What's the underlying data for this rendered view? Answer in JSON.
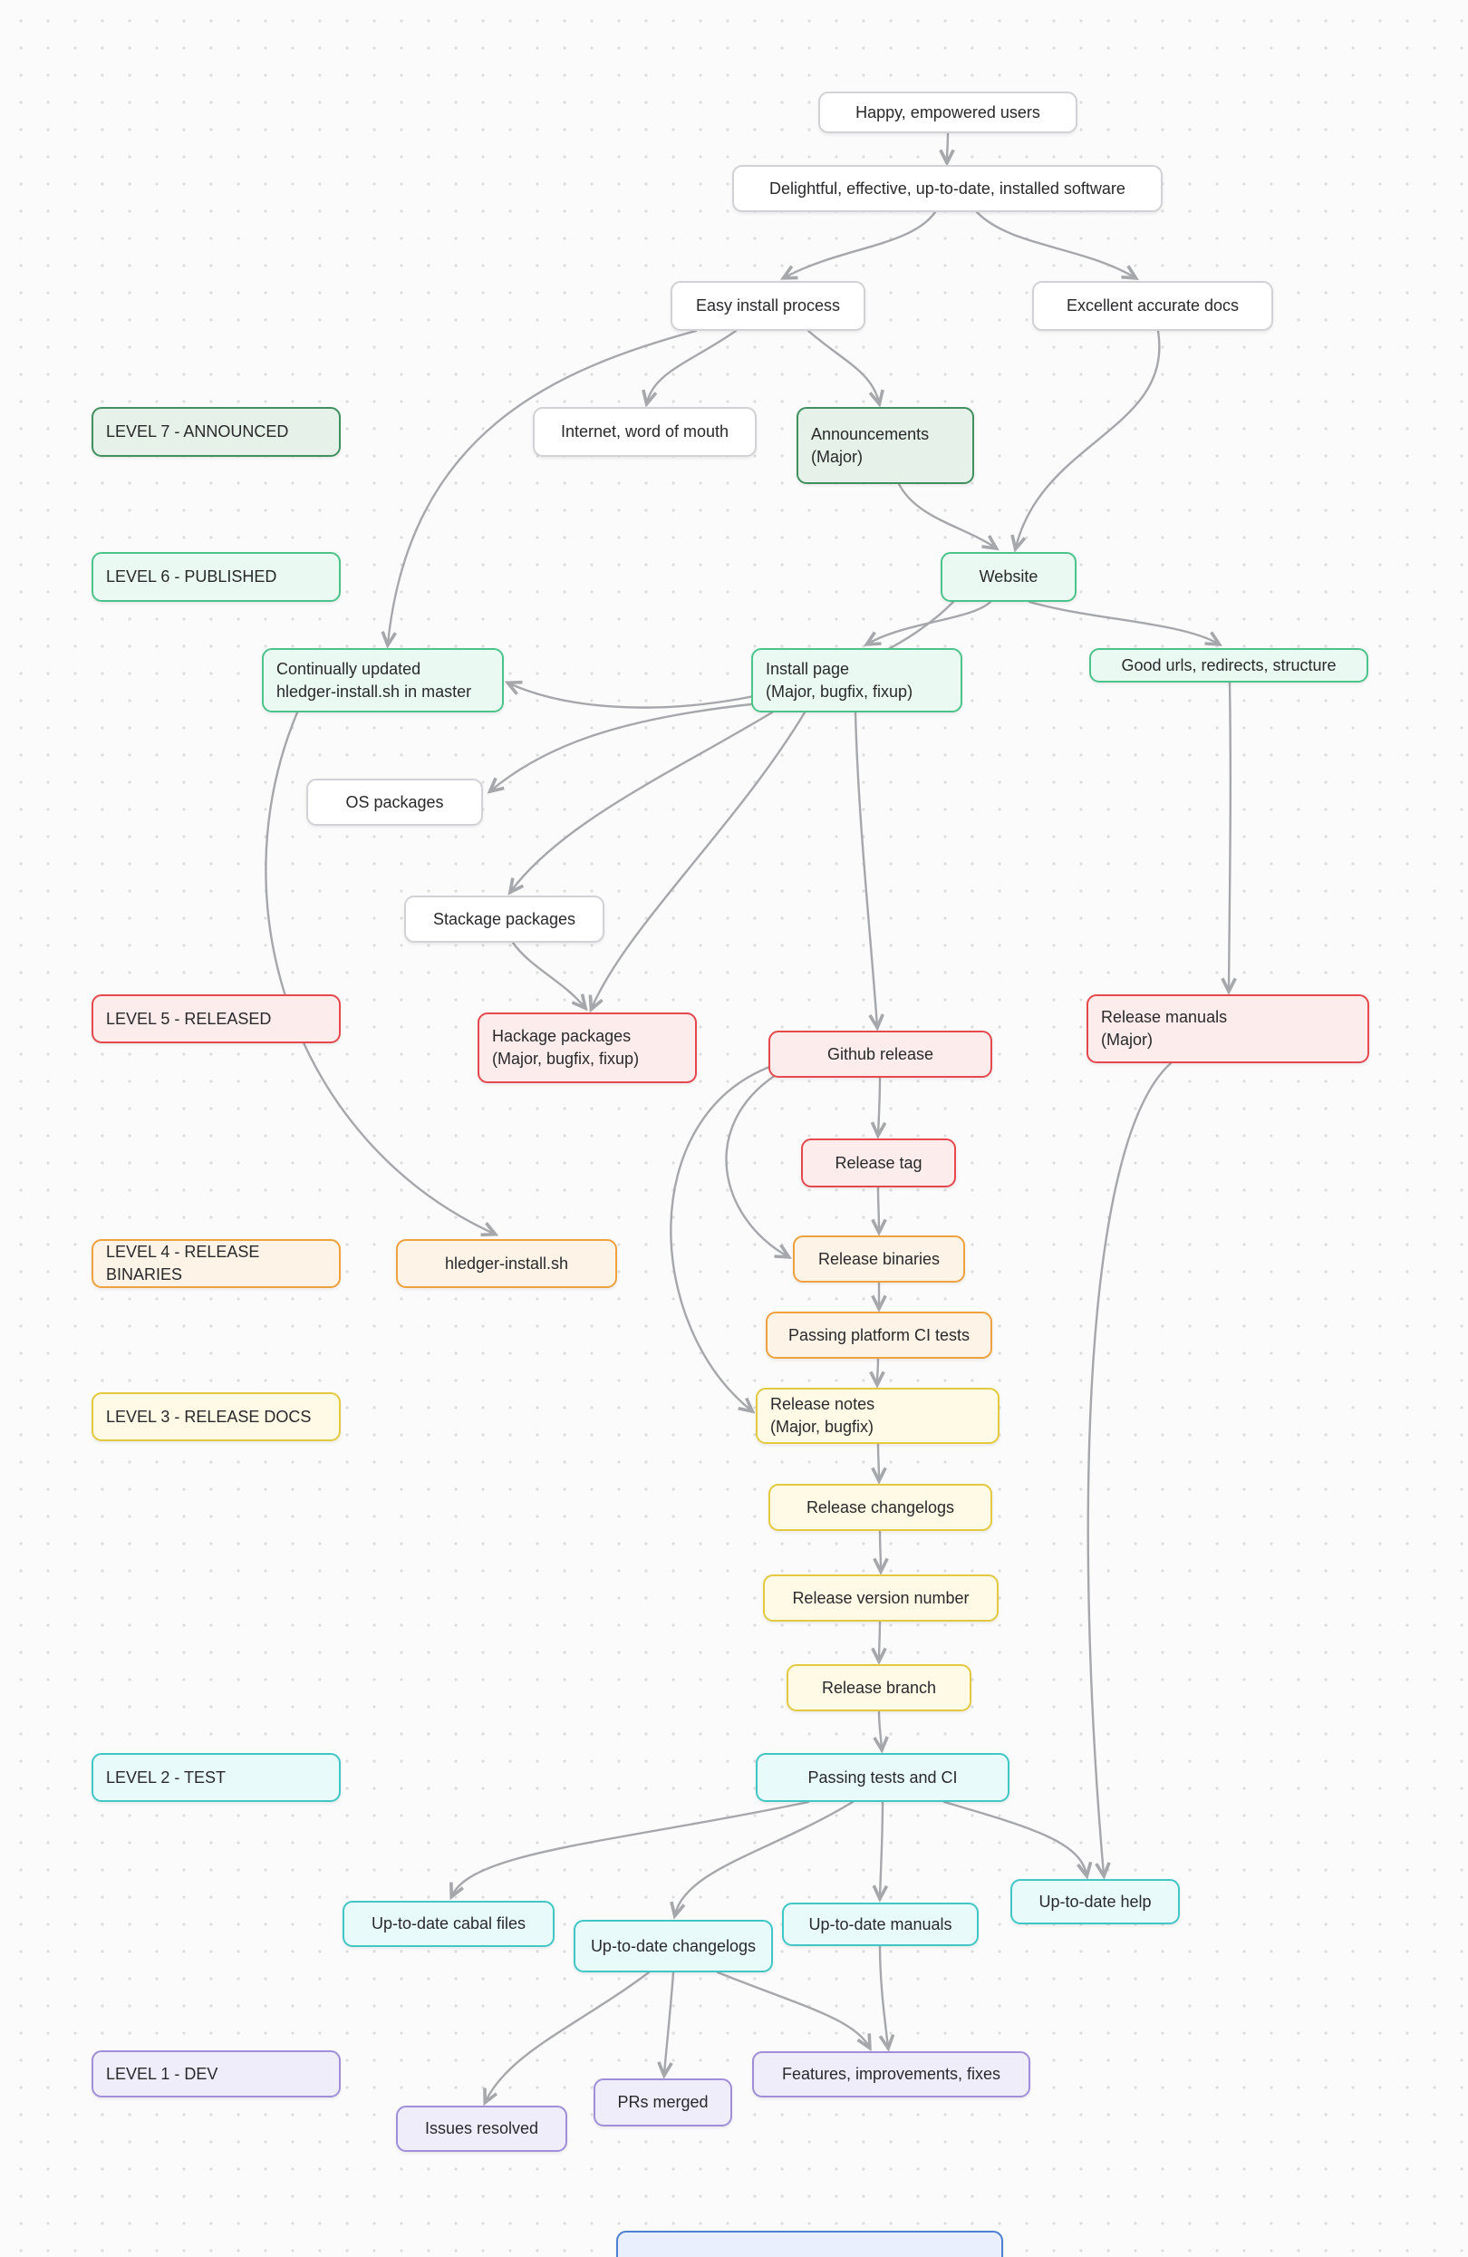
{
  "canvas": {
    "background": "#fbfbfb",
    "dot_color": "#dcdcdc"
  },
  "palette": {
    "white_border": "#d2d2d6",
    "green_border": "#3f8f5f",
    "green_fill": "#e5f1e9",
    "mint_border": "#4cc38a",
    "mint_fill": "#eafaf2",
    "red_border": "#e5484d",
    "red_fill": "#fdecec",
    "orange_border": "#efa13e",
    "orange_fill": "#fdf3e6",
    "yellow_border": "#e3c93f",
    "yellow_fill": "#fefae5",
    "cyan_border": "#41c6c6",
    "cyan_fill": "#e8fafa",
    "purple_border": "#a08fd8",
    "purple_fill": "#f0edfa",
    "blue_border": "#4e7fd0",
    "blue_fill": "#e9effc",
    "arrow": "#a6a7ab",
    "text": "#29292c"
  },
  "levels": {
    "level7": {
      "label": "LEVEL 7 - ANNOUNCED",
      "color": "green"
    },
    "level6": {
      "label": "LEVEL 6 - PUBLISHED",
      "color": "mint"
    },
    "level5": {
      "label": "LEVEL 5 - RELEASED",
      "color": "red"
    },
    "level4": {
      "label": "LEVEL 4 - RELEASE BINARIES",
      "color": "orange"
    },
    "level3": {
      "label": "LEVEL 3 - RELEASE DOCS",
      "color": "yellow"
    },
    "level2": {
      "label": "LEVEL 2 - TEST",
      "color": "cyan"
    },
    "level1": {
      "label": "LEVEL 1 - DEV",
      "color": "purple"
    }
  },
  "nodes": {
    "happy_users": {
      "label": "Happy, empowered users",
      "color": "white"
    },
    "delightful_software": {
      "label": "Delightful, effective, up-to-date, installed software",
      "color": "white"
    },
    "easy_install": {
      "label": "Easy install process",
      "color": "white"
    },
    "excellent_docs": {
      "label": "Excellent accurate docs",
      "color": "white"
    },
    "internet_wom": {
      "label": "Internet, word of mouth",
      "color": "white"
    },
    "announcements": {
      "label": "Announcements\n(Major)",
      "color": "green"
    },
    "website": {
      "label": "Website",
      "color": "mint"
    },
    "continually_updated": {
      "label": "Continually updated\nhledger-install.sh in master",
      "color": "mint"
    },
    "install_page": {
      "label": "Install page\n(Major, bugfix, fixup)",
      "color": "mint"
    },
    "good_urls": {
      "label": "Good urls, redirects, structure",
      "color": "mint"
    },
    "os_packages": {
      "label": "OS packages",
      "color": "white"
    },
    "stackage_packages": {
      "label": "Stackage packages",
      "color": "white"
    },
    "hackage_packages": {
      "label": "Hackage packages\n(Major, bugfix, fixup)",
      "color": "red"
    },
    "github_release": {
      "label": "Github release",
      "color": "red"
    },
    "release_manuals": {
      "label": "Release manuals\n(Major)",
      "color": "red"
    },
    "release_tag": {
      "label": "Release tag",
      "color": "red"
    },
    "hledger_install_sh": {
      "label": "hledger-install.sh",
      "color": "orange"
    },
    "release_binaries": {
      "label": "Release binaries",
      "color": "orange"
    },
    "passing_platform_ci": {
      "label": "Passing platform CI tests",
      "color": "orange"
    },
    "release_notes": {
      "label": "Release notes\n(Major, bugfix)",
      "color": "yellow"
    },
    "release_changelogs": {
      "label": "Release changelogs",
      "color": "yellow"
    },
    "release_version_number": {
      "label": "Release version number",
      "color": "yellow"
    },
    "release_branch": {
      "label": "Release branch",
      "color": "yellow"
    },
    "passing_tests_ci": {
      "label": "Passing tests and CI",
      "color": "cyan"
    },
    "cabal_files": {
      "label": "Up-to-date cabal files",
      "color": "cyan"
    },
    "up_changelogs": {
      "label": "Up-to-date changelogs",
      "color": "cyan"
    },
    "up_manuals": {
      "label": "Up-to-date manuals",
      "color": "cyan"
    },
    "up_help": {
      "label": "Up-to-date help",
      "color": "cyan"
    },
    "features": {
      "label": "Features, improvements, fixes",
      "color": "purple"
    },
    "prs_merged": {
      "label": "PRs merged",
      "color": "purple"
    },
    "issues_resolved": {
      "label": "Issues resolved",
      "color": "purple"
    },
    "level0_box": {
      "label": "",
      "color": "blue"
    }
  },
  "edges": [
    {
      "from": "happy_users",
      "to": "delightful_software"
    },
    {
      "from": "delightful_software",
      "to": "easy_install"
    },
    {
      "from": "delightful_software",
      "to": "excellent_docs"
    },
    {
      "from": "easy_install",
      "to": "internet_wom"
    },
    {
      "from": "easy_install",
      "to": "announcements"
    },
    {
      "from": "excellent_docs",
      "to": "website"
    },
    {
      "from": "announcements",
      "to": "website"
    },
    {
      "from": "website",
      "to": "install_page"
    },
    {
      "from": "website",
      "to": "good_urls"
    },
    {
      "from": "good_urls",
      "to": "release_manuals"
    },
    {
      "from": "website",
      "to": "continually_updated"
    },
    {
      "from": "easy_install",
      "to": "continually_updated"
    },
    {
      "from": "install_page",
      "to": "os_packages"
    },
    {
      "from": "install_page",
      "to": "stackage_packages"
    },
    {
      "from": "install_page",
      "to": "hackage_packages"
    },
    {
      "from": "install_page",
      "to": "github_release"
    },
    {
      "from": "continually_updated",
      "to": "hledger_install_sh"
    },
    {
      "from": "stackage_packages",
      "to": "hackage_packages"
    },
    {
      "from": "github_release",
      "to": "release_tag"
    },
    {
      "from": "release_tag",
      "to": "release_binaries"
    },
    {
      "from": "release_binaries",
      "to": "passing_platform_ci"
    },
    {
      "from": "passing_platform_ci",
      "to": "release_notes"
    },
    {
      "from": "release_notes",
      "to": "release_changelogs"
    },
    {
      "from": "release_changelogs",
      "to": "release_version_number"
    },
    {
      "from": "release_version_number",
      "to": "release_branch"
    },
    {
      "from": "release_branch",
      "to": "passing_tests_ci"
    },
    {
      "from": "github_release",
      "to": "release_notes"
    },
    {
      "from": "github_release",
      "to": "release_binaries"
    },
    {
      "from": "passing_tests_ci",
      "to": "cabal_files"
    },
    {
      "from": "passing_tests_ci",
      "to": "up_changelogs"
    },
    {
      "from": "passing_tests_ci",
      "to": "up_manuals"
    },
    {
      "from": "passing_tests_ci",
      "to": "up_help"
    },
    {
      "from": "release_manuals",
      "to": "up_help"
    },
    {
      "from": "up_changelogs",
      "to": "issues_resolved"
    },
    {
      "from": "up_changelogs",
      "to": "prs_merged"
    },
    {
      "from": "up_manuals",
      "to": "features"
    },
    {
      "from": "up_changelogs",
      "to": "features"
    }
  ]
}
